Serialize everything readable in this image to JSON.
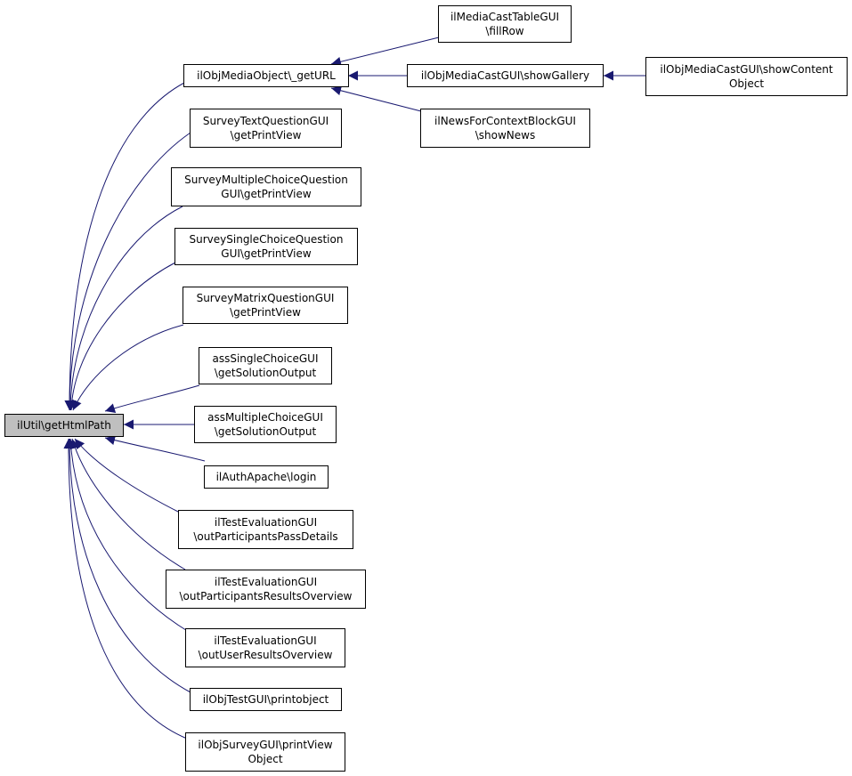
{
  "colors": {
    "edge": "#191970",
    "root_fill": "#bfbfbf",
    "node_fill": "#ffffff",
    "border": "#000000"
  },
  "nodes": {
    "root": [
      "ilUtil\\getHtmlPath"
    ],
    "getURL": [
      "ilObjMediaObject\\_getURL"
    ],
    "tableFillRow": [
      "ilMediaCastTableGUI",
      "\\fillRow"
    ],
    "showGallery": [
      "ilObjMediaCastGUI\\showGallery"
    ],
    "showContent": [
      "ilObjMediaCastGUI\\showContent",
      "Object"
    ],
    "showNews": [
      "ilNewsForContextBlockGUI",
      "\\showNews"
    ],
    "surveyText": [
      "SurveyTextQuestionGUI",
      "\\getPrintView"
    ],
    "surveyMultiple": [
      "SurveyMultipleChoiceQuestion",
      "GUI\\getPrintView"
    ],
    "surveySingle": [
      "SurveySingleChoiceQuestion",
      "GUI\\getPrintView"
    ],
    "surveyMatrix": [
      "SurveyMatrixQuestionGUI",
      "\\getPrintView"
    ],
    "assSingle": [
      "assSingleChoiceGUI",
      "\\getSolutionOutput"
    ],
    "assMultiple": [
      "assMultipleChoiceGUI",
      "\\getSolutionOutput"
    ],
    "authApache": [
      "ilAuthApache\\login"
    ],
    "passDetails": [
      "ilTestEvaluationGUI",
      "\\outParticipantsPassDetails"
    ],
    "resultsOverview": [
      "ilTestEvaluationGUI",
      "\\outParticipantsResultsOverview"
    ],
    "userResults": [
      "ilTestEvaluationGUI",
      "\\outUserResultsOverview"
    ],
    "printobject": [
      "ilObjTestGUI\\printobject"
    ],
    "printView": [
      "ilObjSurveyGUI\\printView",
      "Object"
    ]
  },
  "edges": [
    {
      "from": "getURL",
      "to": "root"
    },
    {
      "from": "surveyText",
      "to": "root"
    },
    {
      "from": "surveyMultiple",
      "to": "root"
    },
    {
      "from": "surveySingle",
      "to": "root"
    },
    {
      "from": "surveyMatrix",
      "to": "root"
    },
    {
      "from": "assSingle",
      "to": "root"
    },
    {
      "from": "assMultiple",
      "to": "root"
    },
    {
      "from": "authApache",
      "to": "root"
    },
    {
      "from": "passDetails",
      "to": "root"
    },
    {
      "from": "resultsOverview",
      "to": "root"
    },
    {
      "from": "userResults",
      "to": "root"
    },
    {
      "from": "printobject",
      "to": "root"
    },
    {
      "from": "printView",
      "to": "root"
    },
    {
      "from": "tableFillRow",
      "to": "getURL"
    },
    {
      "from": "showGallery",
      "to": "getURL"
    },
    {
      "from": "showNews",
      "to": "getURL"
    },
    {
      "from": "showContent",
      "to": "showGallery"
    }
  ]
}
